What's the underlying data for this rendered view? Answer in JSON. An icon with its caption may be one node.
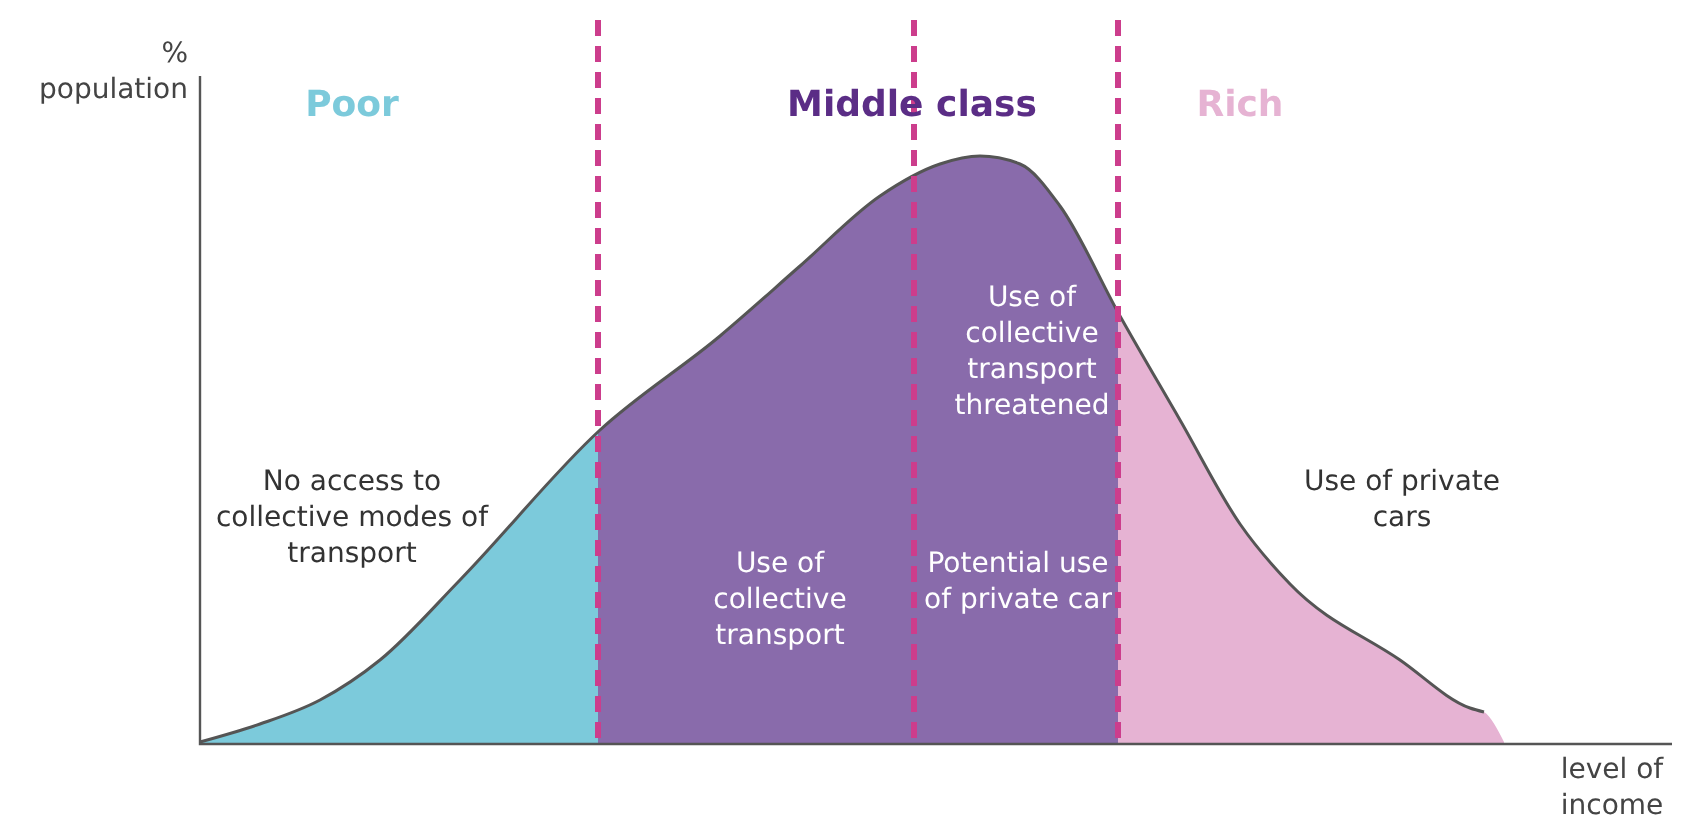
{
  "diagram": {
    "labels": [
      "% population",
      "Poor",
      "Middle class",
      "Rich",
      "No access to collective modes of transport",
      "Use of collective transport threatened",
      "Use of collective transport",
      "Potential use of private car",
      "Use of private cars",
      "level of income"
    ]
  }
}
